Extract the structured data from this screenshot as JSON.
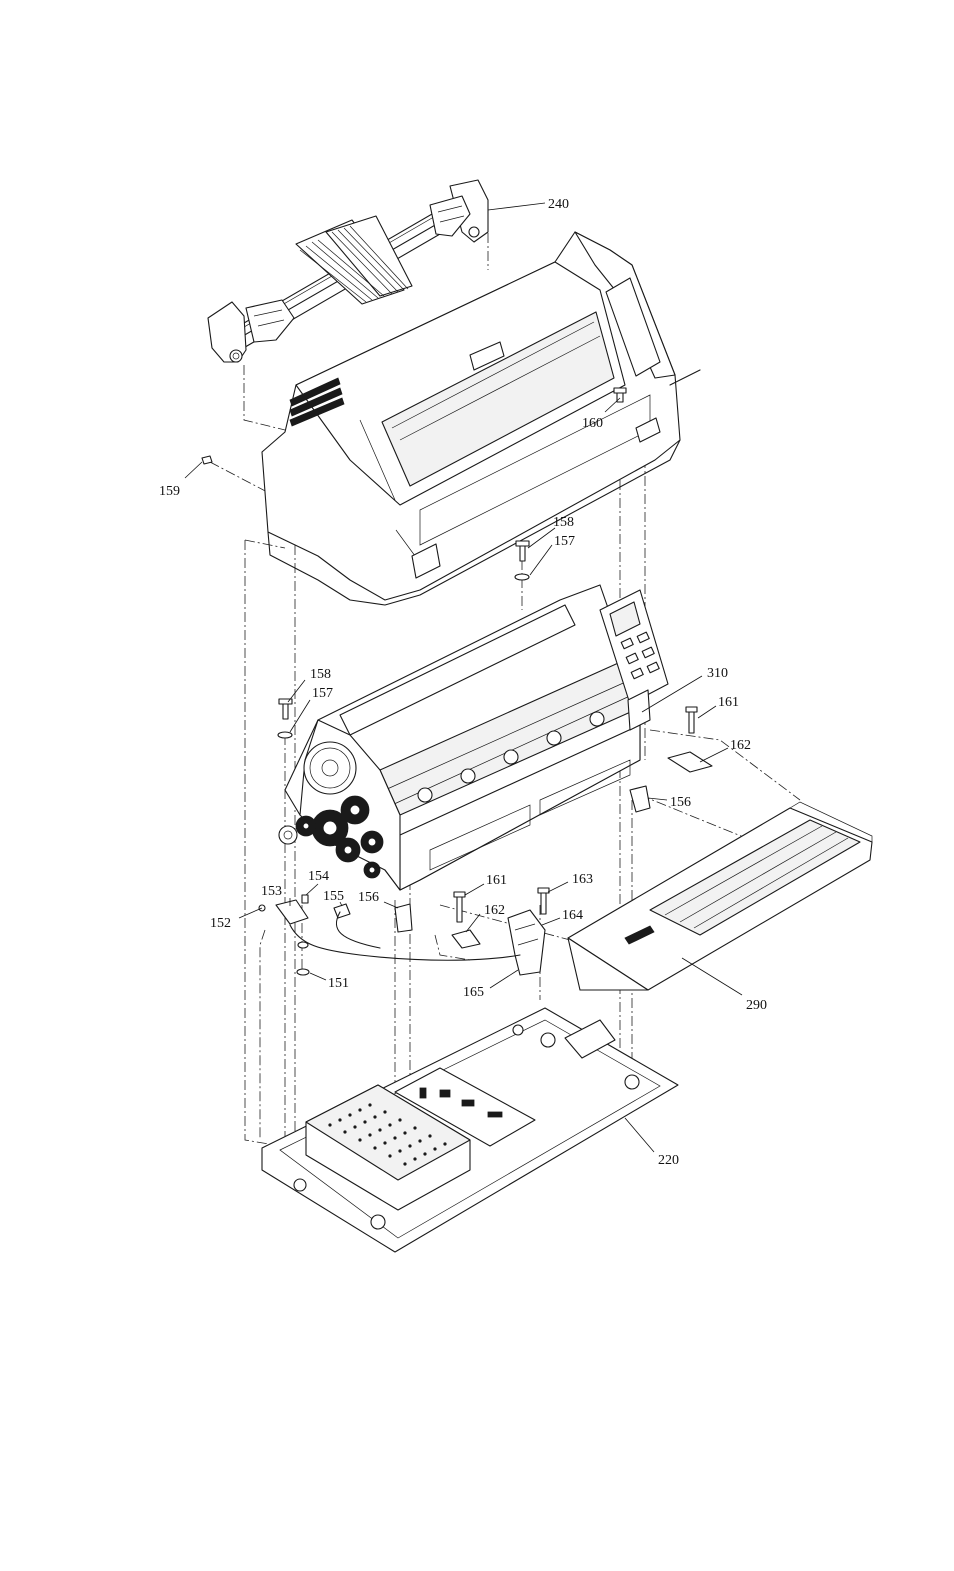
{
  "labels": [
    {
      "id": "240",
      "text": "240"
    },
    {
      "id": "160",
      "text": "160"
    },
    {
      "id": "159",
      "text": "159"
    },
    {
      "id": "158a",
      "text": "158"
    },
    {
      "id": "157a",
      "text": "157"
    },
    {
      "id": "158b",
      "text": "158"
    },
    {
      "id": "157b",
      "text": "157"
    },
    {
      "id": "310",
      "text": "310"
    },
    {
      "id": "161a",
      "text": "161"
    },
    {
      "id": "162a",
      "text": "162"
    },
    {
      "id": "156a",
      "text": "156"
    },
    {
      "id": "154",
      "text": "154"
    },
    {
      "id": "153",
      "text": "153"
    },
    {
      "id": "155",
      "text": "155"
    },
    {
      "id": "156b",
      "text": "156"
    },
    {
      "id": "161b",
      "text": "161"
    },
    {
      "id": "163",
      "text": "163"
    },
    {
      "id": "152",
      "text": "152"
    },
    {
      "id": "162b",
      "text": "162"
    },
    {
      "id": "164",
      "text": "164"
    },
    {
      "id": "151",
      "text": "151"
    },
    {
      "id": "165",
      "text": "165"
    },
    {
      "id": "290",
      "text": "290"
    },
    {
      "id": "220",
      "text": "220"
    }
  ]
}
